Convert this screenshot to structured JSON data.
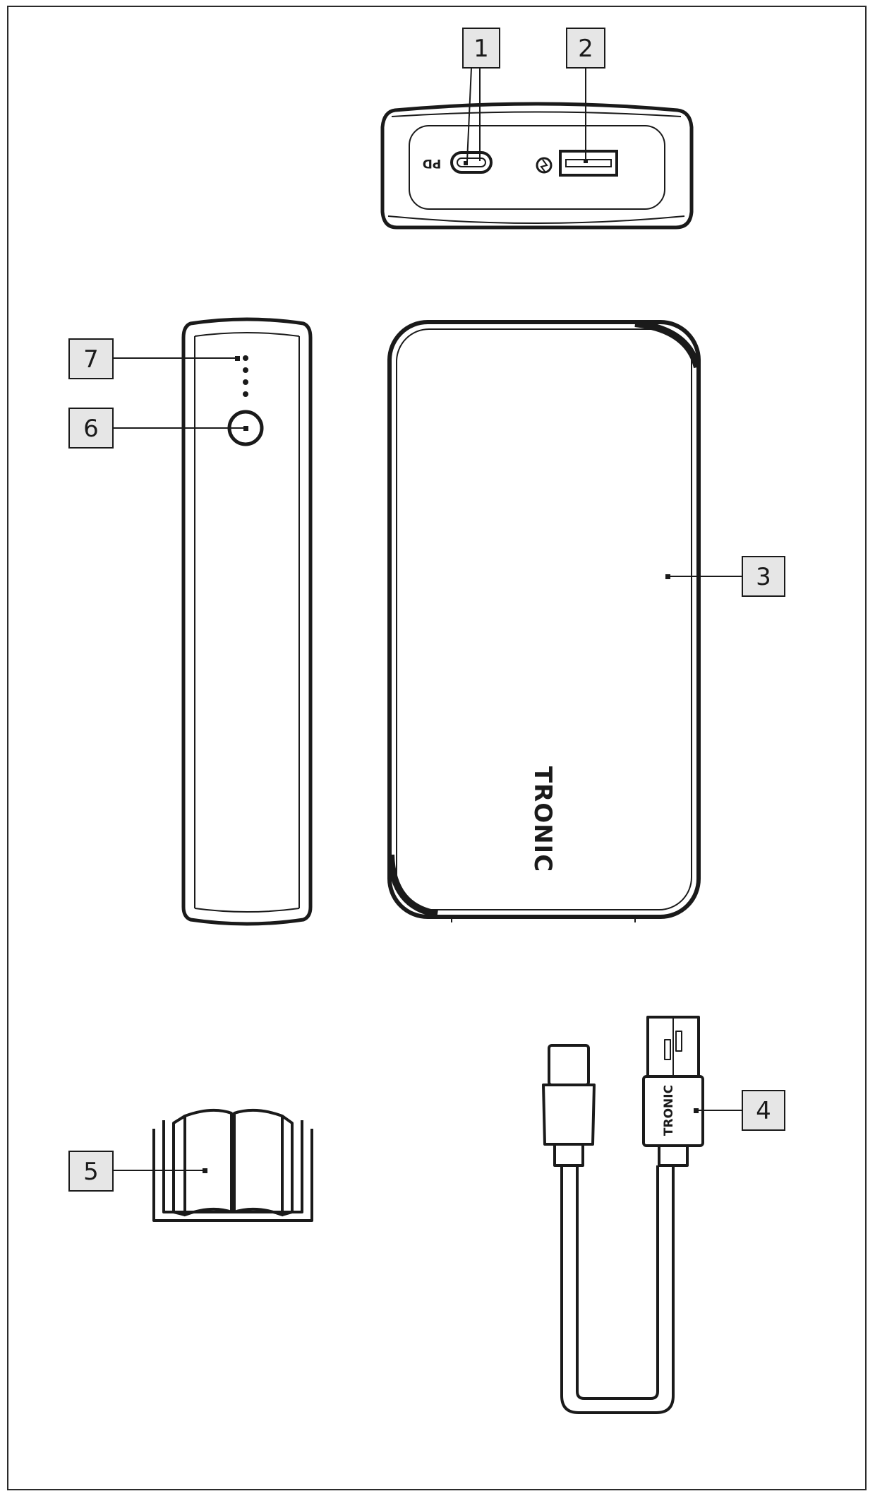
{
  "callouts": [
    {
      "number": "1",
      "part": "usb-c-pd-port"
    },
    {
      "number": "2",
      "part": "usb-a-quick-charge-port"
    },
    {
      "number": "3",
      "part": "power-bank"
    },
    {
      "number": "4",
      "part": "usb-cable"
    },
    {
      "number": "5",
      "part": "instruction-manual"
    },
    {
      "number": "6",
      "part": "power-button"
    },
    {
      "number": "7",
      "part": "charge-level-leds"
    }
  ],
  "labels": {
    "port_pd": "PD",
    "brand_device": "TRONIC",
    "brand_cable": "TRONIC"
  },
  "colors": {
    "line": "#1a1a1a",
    "callout_fill": "#e6e6e6",
    "frame": "#2a2a2a"
  }
}
